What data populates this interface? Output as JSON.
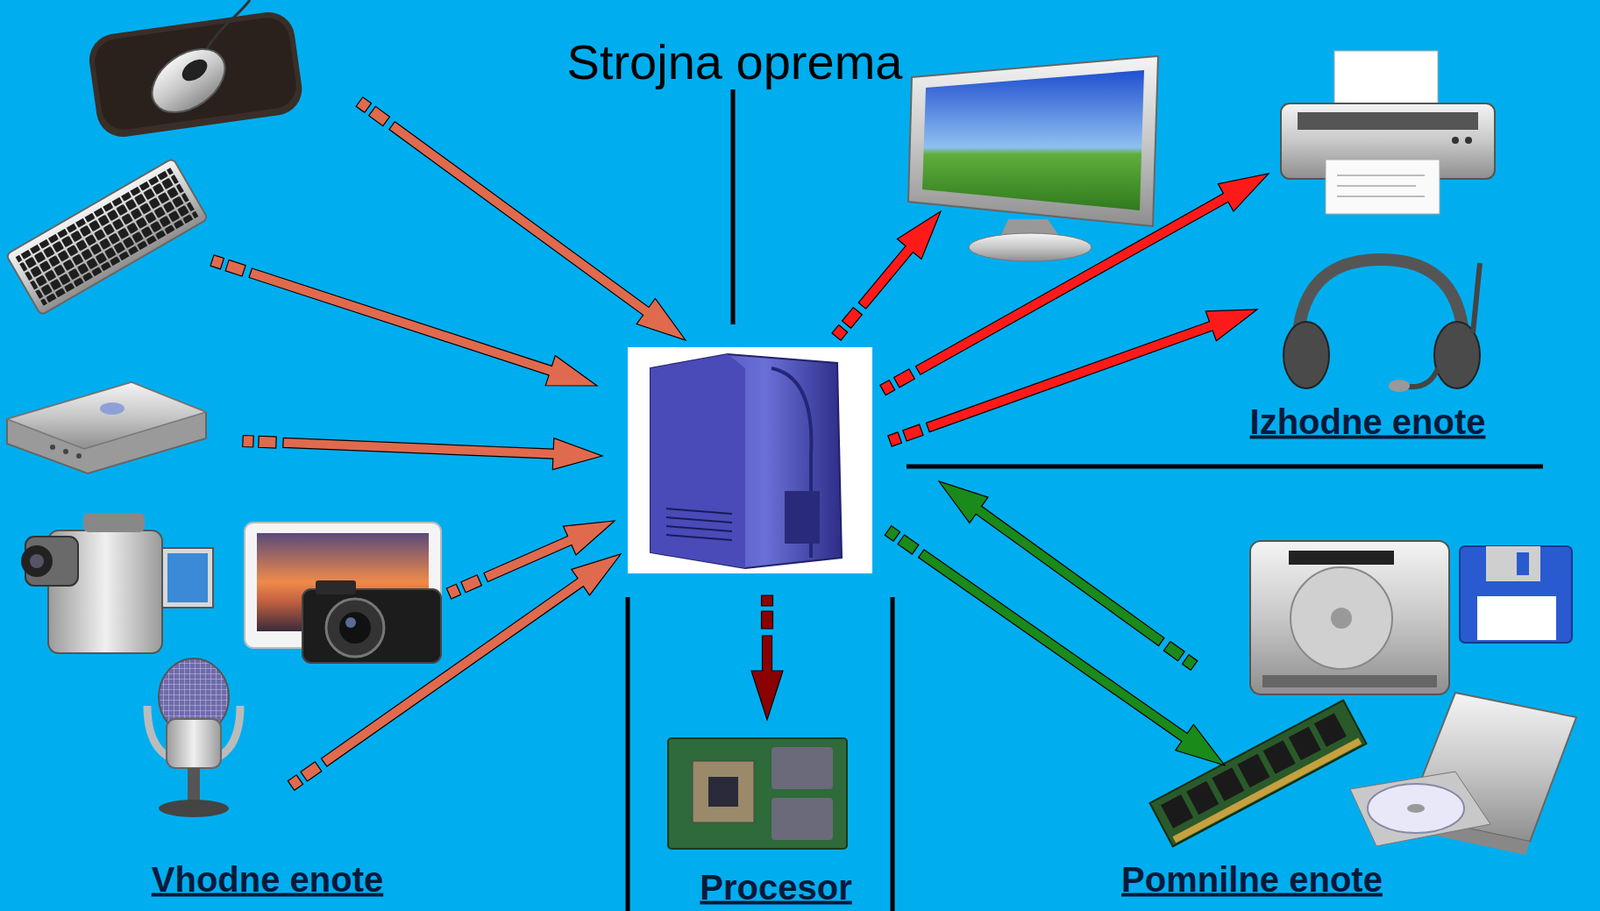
{
  "diagram": {
    "title": "Strojna oprema",
    "labels": [
      "Vhodne enote",
      "Procesor",
      "Izhodne enote",
      "Pomnilne enote"
    ]
  }
}
